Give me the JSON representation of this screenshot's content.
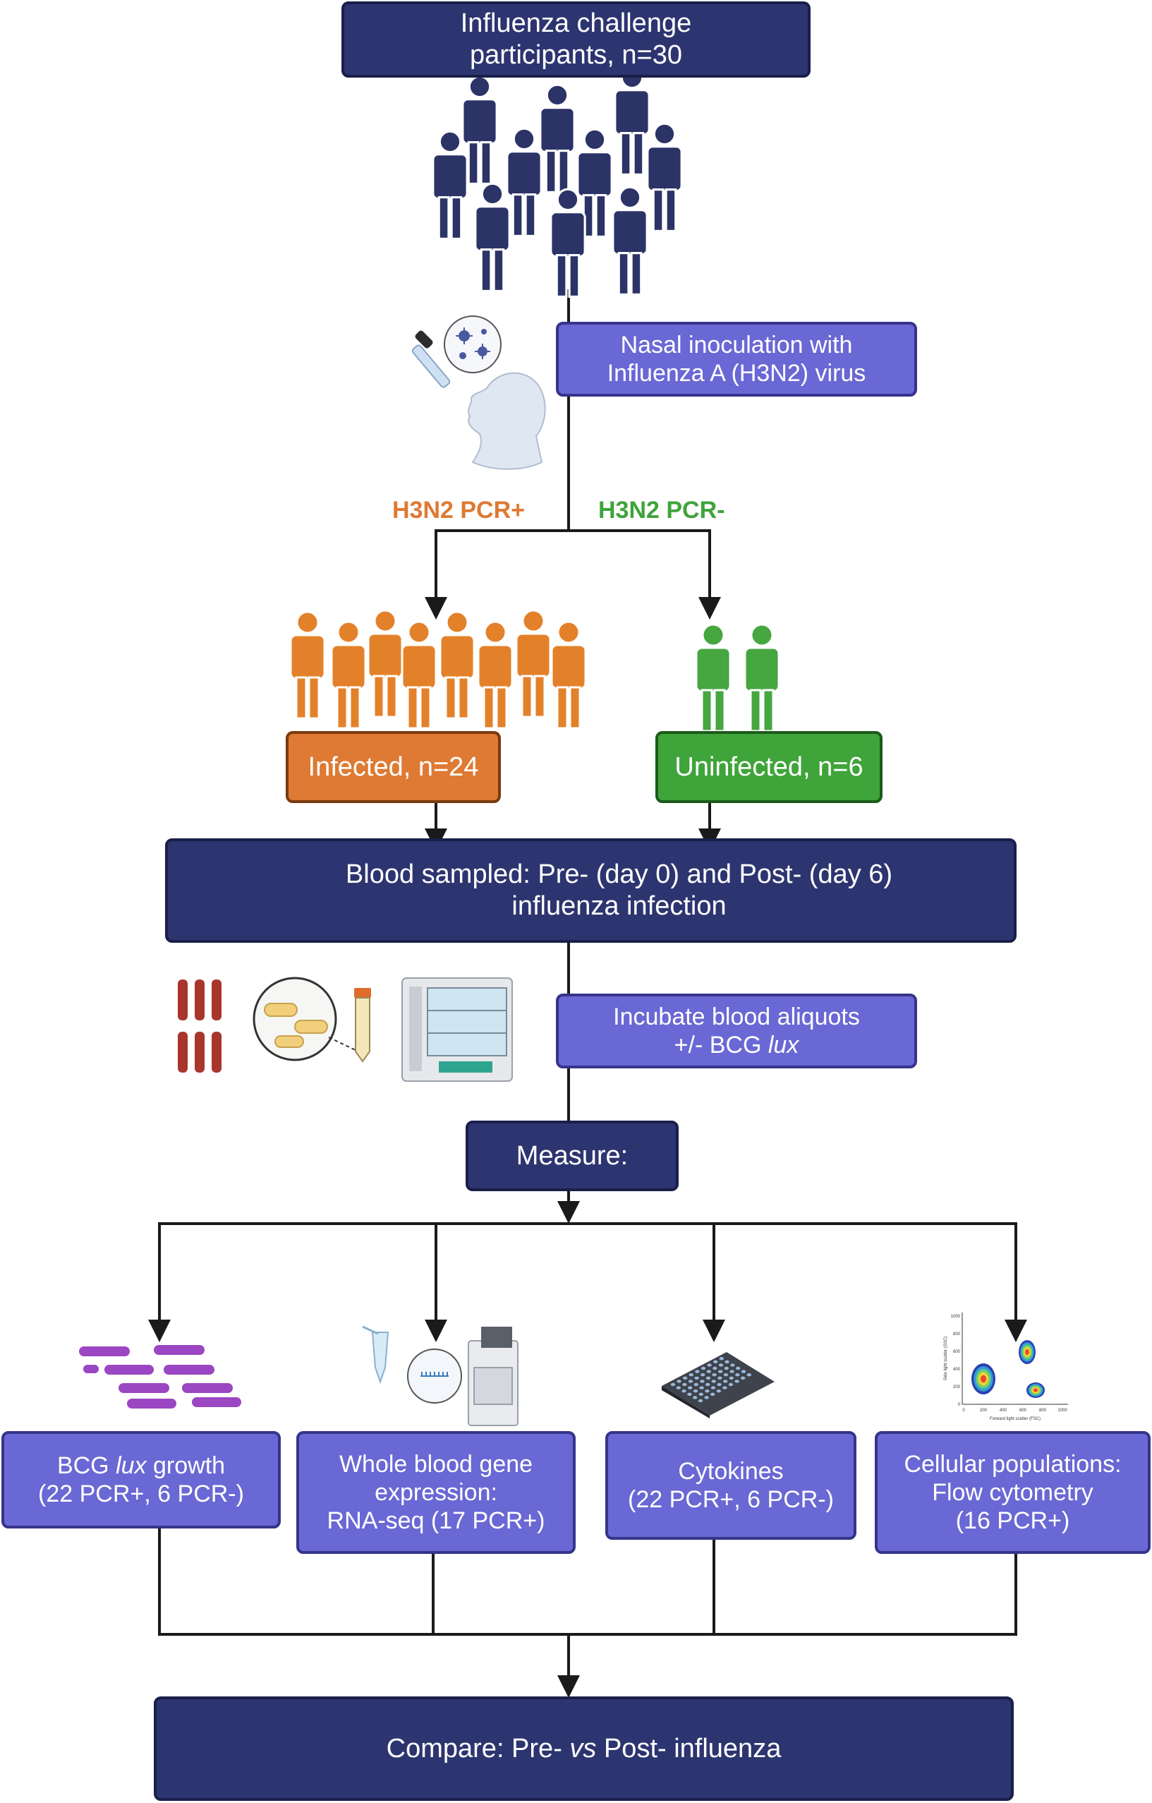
{
  "header": {
    "line1": "Influenza challenge",
    "line2": "participants, n=30"
  },
  "inoculation": {
    "line1": "Nasal inoculation with",
    "line2": "Influenza A (H3N2) virus"
  },
  "branches": {
    "positive_label": "H3N2 PCR+",
    "negative_label": "H3N2 PCR-"
  },
  "groups": {
    "infected": "Infected, n=24",
    "uninfected": "Uninfected, n=6"
  },
  "blood": {
    "line1": "Blood sampled: Pre- (day 0) and Post- (day 6)",
    "line2": "influenza infection"
  },
  "incubate": {
    "line1": "Incubate blood aliquots",
    "line2_prefix": "+/- BCG ",
    "line2_italic": "lux"
  },
  "measure": {
    "label": "Measure:"
  },
  "outcomes": {
    "bcg": {
      "prefix": "BCG ",
      "italic": "lux",
      "suffix": " growth",
      "line2": "(22 PCR+, 6 PCR-)"
    },
    "rna": {
      "line1": "Whole blood gene",
      "line2": "expression:",
      "line3": "RNA-seq (17 PCR+)"
    },
    "cytokines": {
      "line1": "Cytokines",
      "line2": "(22 PCR+, 6 PCR-)"
    },
    "flow": {
      "line1": "Cellular populations:",
      "line2": "Flow cytometry",
      "line3": "(16 PCR+)"
    }
  },
  "flow_plot": {
    "y_ticks": [
      "1000",
      "800",
      "600",
      "400",
      "200",
      "0"
    ],
    "x_ticks": [
      "0",
      "200",
      "400",
      "600",
      "800",
      "1000"
    ],
    "y_label": "Side light scatter (SSC)",
    "x_label": "Forward light scatter (FSC)"
  },
  "compare": {
    "prefix": "Compare: Pre- ",
    "italic": "vs",
    "suffix": " Post- influenza"
  },
  "colors": {
    "navy": "#2d3570",
    "purple": "#6a68d4",
    "orange": "#de7a33",
    "green": "#3fa43a",
    "line": "#1a1a1a",
    "person_navy": "#2b3367",
    "person_orange": "#e3812a",
    "person_green": "#46a63f"
  }
}
